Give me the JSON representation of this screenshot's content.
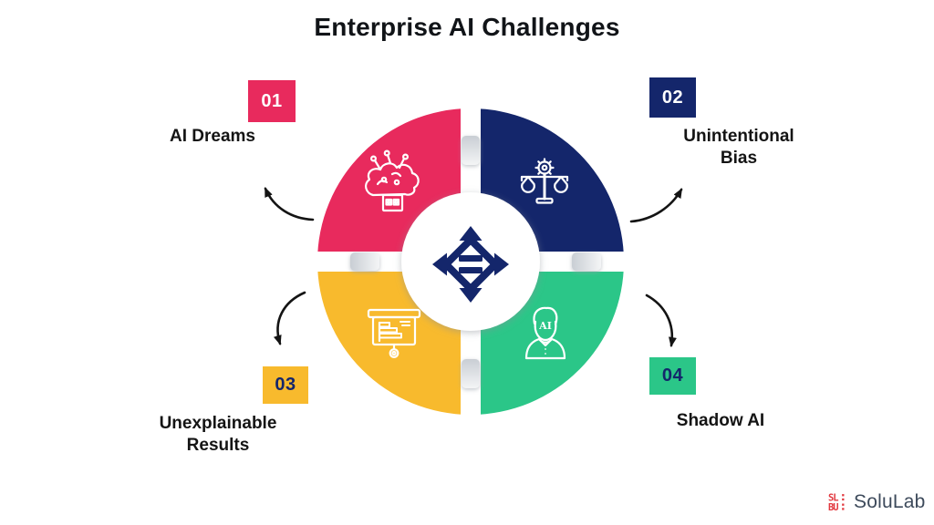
{
  "title": "Enterprise AI Challenges",
  "items": [
    {
      "number": "01",
      "label": "AI Dreams",
      "color": "#E82A5D",
      "number_text_color": "#FFFFFF",
      "icon": "brain-circuit-icon"
    },
    {
      "number": "02",
      "label": "Unintentional Bias",
      "color": "#14266B",
      "number_text_color": "#FFFFFF",
      "icon": "balance-scale-icon"
    },
    {
      "number": "03",
      "label": "Unexplainable Results",
      "color": "#F8BA2D",
      "number_text_color": "#14266B",
      "icon": "presentation-chart-icon"
    },
    {
      "number": "04",
      "label": "Shadow AI",
      "color": "#2BC688",
      "number_text_color": "#14266B",
      "icon": "person-ai-icon",
      "icon_text": "AI"
    }
  ],
  "center": {
    "icon": "four-way-arrows-equals-icon",
    "color": "#14266B"
  },
  "arrows": {
    "color": "#141414",
    "count": 4
  },
  "logo": {
    "text": "SoluLab",
    "mark_top": "SL",
    "mark_bottom": "BU",
    "mark_color": "#E2383F",
    "text_color": "#3D4A5B"
  },
  "background": "#FFFFFF"
}
